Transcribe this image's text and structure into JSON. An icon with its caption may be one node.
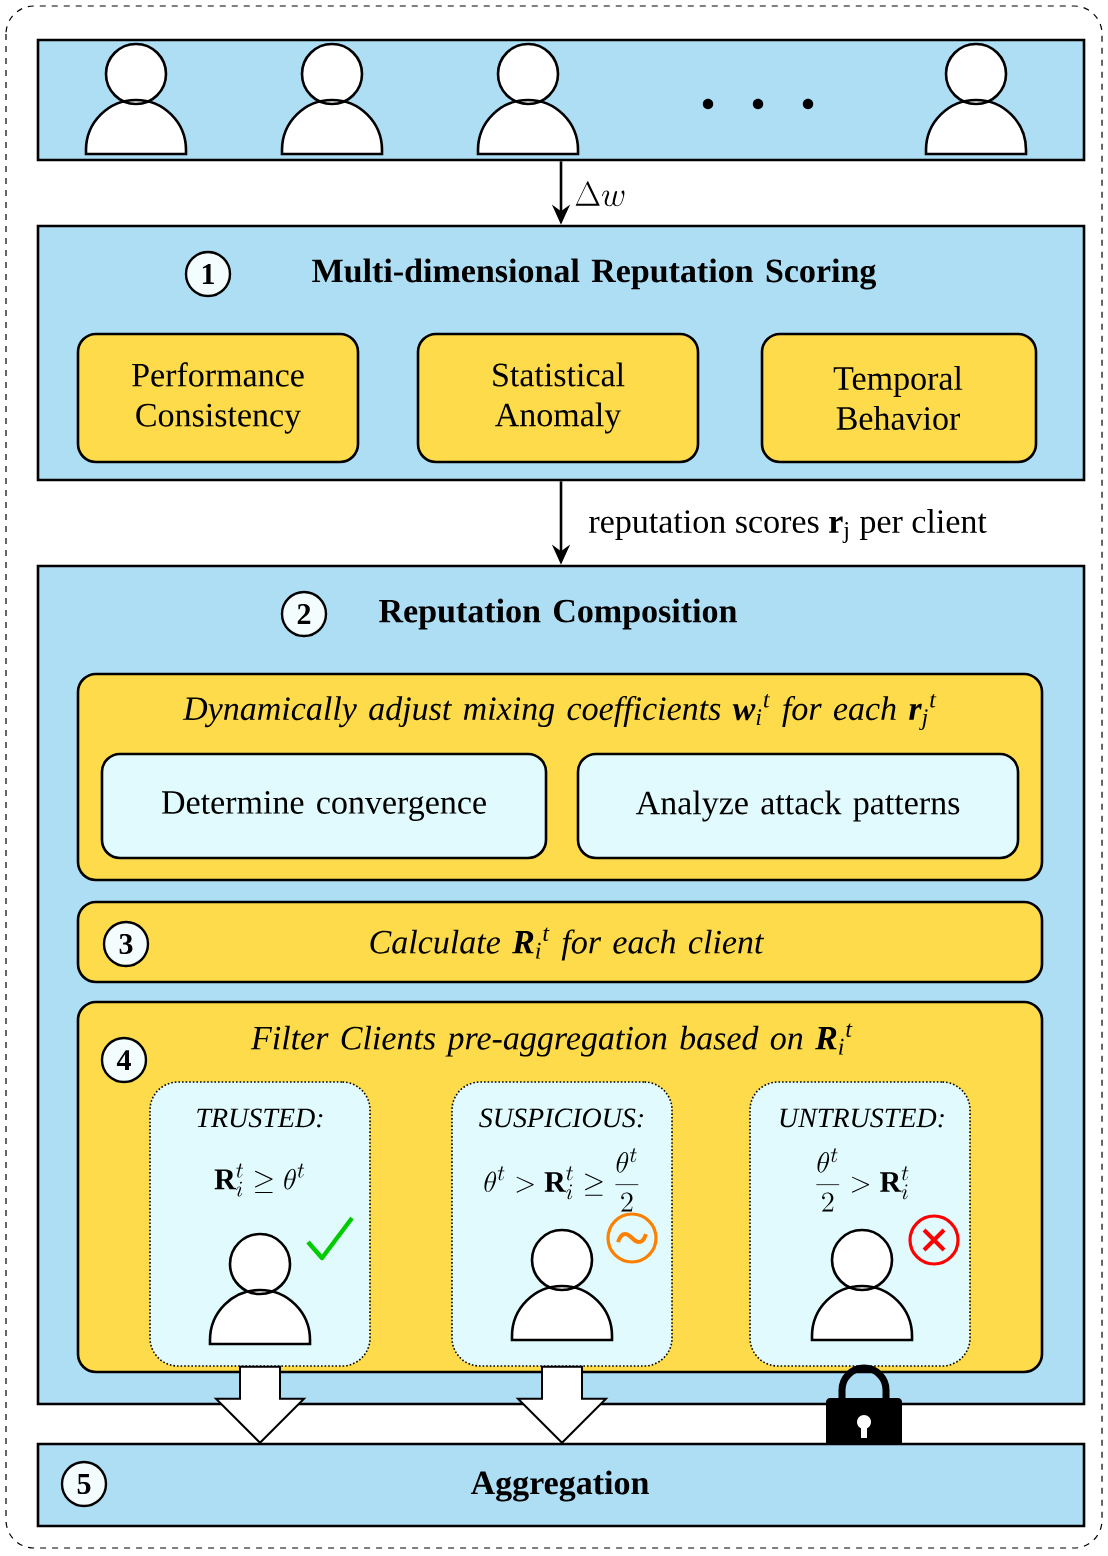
{
  "diagram": {
    "nodes": [
      {
        "text": [],
        "shape": "box"
      },
      {
        "text": [
          "1",
          "Multi-dimensional Reputation Scoring"
        ]
      },
      {
        "text": [
          "Performance Consistency"
        ],
        "in": 1
      },
      {
        "text": [
          "Statistical Anomaly"
        ],
        "in": 1
      },
      {
        "text": [
          "Temporal Behavior"
        ],
        "in": 1
      },
      {
        "text": [
          "2",
          "Reputation Composition"
        ]
      },
      {
        "text": [
          "Dynamically adjust mixing coefficients **w**$_{i}$$^{t}$ for each **r**$_{j}$$^{t}$"
        ],
        "in": 5
      },
      {
        "text": [
          "Determine convergence"
        ],
        "in": 6
      },
      {
        "text": [
          "Analyze attack patterns"
        ],
        "in": 6
      },
      {
        "text": [
          "3",
          "Calculate **R**$_{i}$$^{t}$ for each client"
        ],
        "in": 5
      },
      {
        "text": [
          "4",
          "Filter Clients pre-aggregation based on **R**$_{i}$$^{t}$"
        ],
        "in": 5
      },
      {
        "text": [
          "TRUSTED:",
          "\\mathbf{R}_i^t \\geq \\theta^t"
        ],
        "in": 10
      },
      {
        "text": [
          "SUSPICIOUS:",
          "\\theta^t > \\mathbf{R}_i^t \\geq \\frac{\\theta^t}{2}"
        ],
        "in": 10
      },
      {
        "text": [
          "UNTRUSTED:",
          "\\frac{\\theta^t}{2} > \\mathbf{R}_i^t"
        ],
        "in": 10
      },
      {
        "text": [
          "5",
          "Aggregation"
        ]
      }
    ],
    "edges": [
      {
        "from": 0,
        "to": 1,
        "arrow": "to",
        "label": "\\Delta w"
      },
      {
        "from": 1,
        "to": 5,
        "arrow": "to",
        "label": "reputation scores **r**$_{j}$ per client"
      },
      {
        "from": 11,
        "to": 14,
        "arrow": "to",
        "style": "thick"
      },
      {
        "from": 12,
        "to": 14,
        "arrow": "to",
        "style": "thick"
      }
    ]
  }
}
